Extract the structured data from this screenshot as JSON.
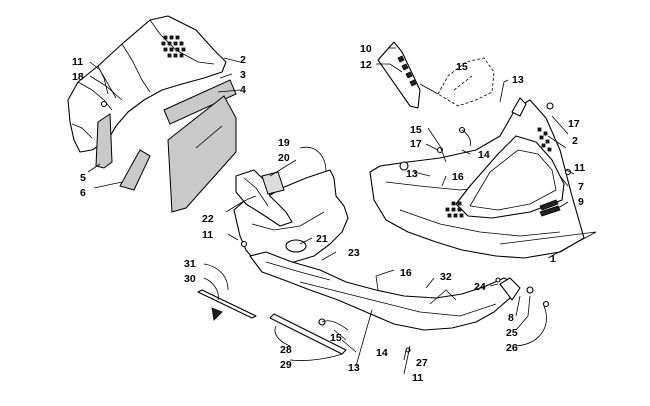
{
  "callouts": [
    {
      "label": "1"
    },
    {
      "label": "2"
    },
    {
      "label": "2"
    },
    {
      "label": "3"
    },
    {
      "label": "4"
    },
    {
      "label": "5"
    },
    {
      "label": "6"
    },
    {
      "label": "7"
    },
    {
      "label": "8"
    },
    {
      "label": "9"
    },
    {
      "label": "10"
    },
    {
      "label": "11"
    },
    {
      "label": "11"
    },
    {
      "label": "11"
    },
    {
      "label": "11"
    },
    {
      "label": "12"
    },
    {
      "label": "13"
    },
    {
      "label": "13"
    },
    {
      "label": "13"
    },
    {
      "label": "14"
    },
    {
      "label": "14"
    },
    {
      "label": "15"
    },
    {
      "label": "15"
    },
    {
      "label": "15"
    },
    {
      "label": "16"
    },
    {
      "label": "16"
    },
    {
      "label": "17"
    },
    {
      "label": "17"
    },
    {
      "label": "18"
    },
    {
      "label": "19"
    },
    {
      "label": "20"
    },
    {
      "label": "21"
    },
    {
      "label": "22"
    },
    {
      "label": "23"
    },
    {
      "label": "24"
    },
    {
      "label": "25"
    },
    {
      "label": "26"
    },
    {
      "label": "27"
    },
    {
      "label": "28"
    },
    {
      "label": "29"
    },
    {
      "label": "30"
    },
    {
      "label": "31"
    },
    {
      "label": "32"
    }
  ]
}
